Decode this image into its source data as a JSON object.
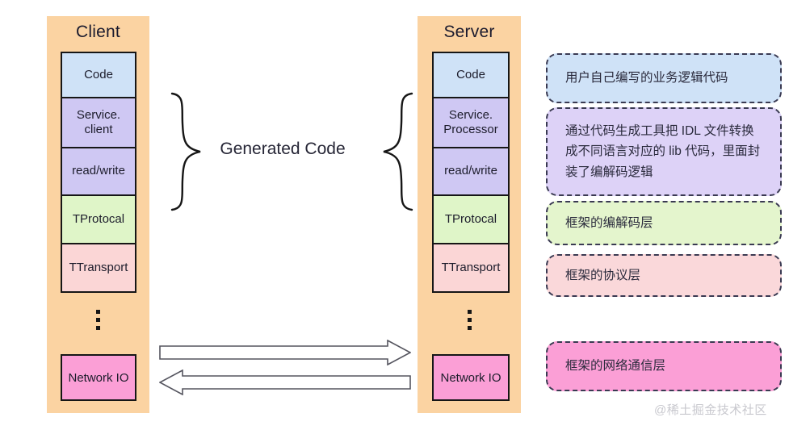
{
  "diagram": {
    "generated_code_label": "Generated Code",
    "watermark": "@稀土掘金技术社区"
  },
  "colors": {
    "panel_orange": "#fbd3a2",
    "code_blue": "#cfe2f7",
    "service_lavender": "#cfc8f3",
    "readwrite_lavender": "#cfc8f3",
    "protocol_green": "#dff5c8",
    "transport_pink": "#fbd6d6",
    "network_pink": "#fb9fd6",
    "callout_blue": "#cfe2f7",
    "callout_lavender": "#ddd2f7",
    "callout_green": "#e4f5cd",
    "callout_pink_light": "#fad8da",
    "callout_pink": "#fb9fd6",
    "border_dark": "#161616",
    "dashed_border": "#3a3a52",
    "watermark_gray": "#c8c8ce"
  },
  "client": {
    "title": "Client",
    "layers": [
      {
        "label": "Code",
        "color": "#cfe2f7"
      },
      {
        "label": "Service.\nclient",
        "color": "#cfc8f3"
      },
      {
        "label": "read/write",
        "color": "#cfc8f3"
      },
      {
        "label": "TProtocal",
        "color": "#dff5c8"
      },
      {
        "label": "TTransport",
        "color": "#fbd6d6"
      }
    ],
    "network_io": {
      "label": "Network IO",
      "color": "#fb9fd6"
    }
  },
  "server": {
    "title": "Server",
    "layers": [
      {
        "label": "Code",
        "color": "#cfe2f7"
      },
      {
        "label": "Service.\nProcessor",
        "color": "#cfc8f3"
      },
      {
        "label": "read/write",
        "color": "#cfc8f3"
      },
      {
        "label": "TProtocal",
        "color": "#dff5c8"
      },
      {
        "label": "TTransport",
        "color": "#fbd6d6"
      }
    ],
    "network_io": {
      "label": "Network IO",
      "color": "#fb9fd6"
    }
  },
  "callouts": [
    {
      "text": "用户自己编写的业务逻辑代码",
      "color": "#cfe2f7"
    },
    {
      "text": "通过代码生成工具把 IDL 文件转换成不同语言对应的 lib 代码，里面封装了编解码逻辑",
      "color": "#ddd2f7"
    },
    {
      "text": "框架的编解码层",
      "color": "#e4f5cd"
    },
    {
      "text": "框架的协议层",
      "color": "#fad8da"
    },
    {
      "text": "框架的网络通信层",
      "color": "#fb9fd6"
    }
  ]
}
